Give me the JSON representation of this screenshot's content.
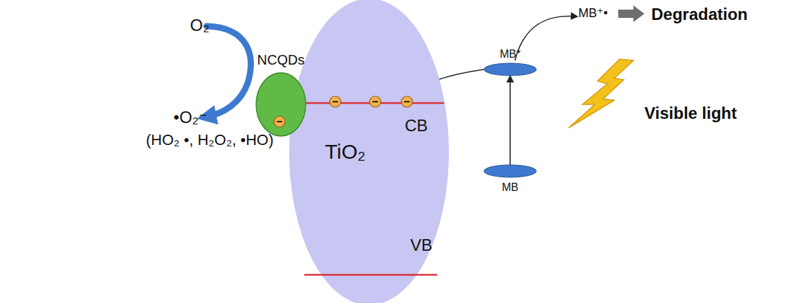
{
  "diagram": {
    "nodes": [
      {
        "text": [
          "TiO₂",
          "CB",
          "VB"
        ]
      },
      {
        "text": [
          "NCQDs"
        ]
      },
      {
        "text": [
          "MB*"
        ]
      },
      {
        "text": [
          "MB"
        ]
      }
    ],
    "edges": [
      {
        "from": 3,
        "to": 2,
        "arrow": "to"
      },
      {
        "from": 2,
        "to": 0,
        "arrow": "to"
      },
      {
        "from": 0,
        "to": 1,
        "arrow": "to"
      }
    ],
    "labels": [
      "O₂",
      "•O₂⁻",
      "(HO₂ •, H₂O₂, •HO)",
      "MB⁺•",
      "Degradation",
      "Visible light"
    ]
  }
}
